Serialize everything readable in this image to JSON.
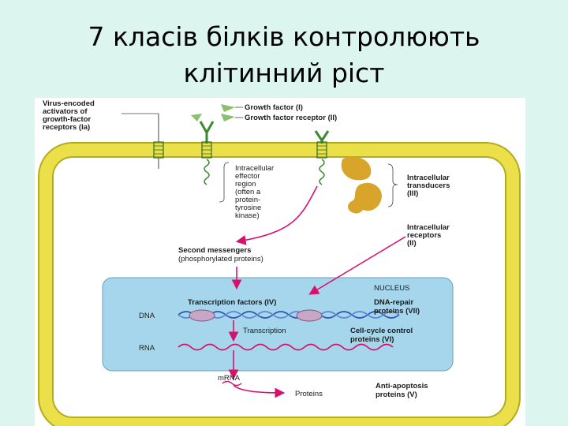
{
  "slide": {
    "title_line1": "7 класів білків контролюють",
    "title_line2": "клітинний ріст"
  },
  "diagram": {
    "virus_label": [
      "Virus-encoded",
      "activators of",
      "growth-factor",
      "receptors (Ia)"
    ],
    "growth_factor": "Growth factor (I)",
    "growth_factor_receptor": "Growth factor receptor (II)",
    "effector_region": [
      "Intracellular",
      "effector",
      "region",
      "(often a",
      "protein-",
      "tyrosine",
      "kinase)"
    ],
    "transducers": [
      "Intracellular",
      "transducers",
      "(III)"
    ],
    "second_messengers": [
      "Second messengers",
      "(phosphorylated proteins)"
    ],
    "intracellular_receptors": [
      "Intracellular",
      "receptors",
      "(II)"
    ],
    "nucleus": "NUCLEUS",
    "transcription_factors": "Transcription factors (IV)",
    "dna_repair": [
      "DNA-repair",
      "proteins (VII)"
    ],
    "dna": "DNA",
    "transcription": "Transcription",
    "cell_cycle": [
      "Cell-cycle control",
      "proteins (VI)"
    ],
    "rna": "RNA",
    "mrna": "mRNA",
    "proteins": "Proteins",
    "anti_apoptosis": [
      "Anti-apoptosis",
      "proteins (V)"
    ],
    "colors": {
      "membrane": "#ece04a",
      "membrane_edge": "#b2ac20",
      "nucleus": "#a6d6ec",
      "transducer": "#d9a42a",
      "arrow": "#d8106c",
      "receptor": "#3a8a2e"
    }
  }
}
